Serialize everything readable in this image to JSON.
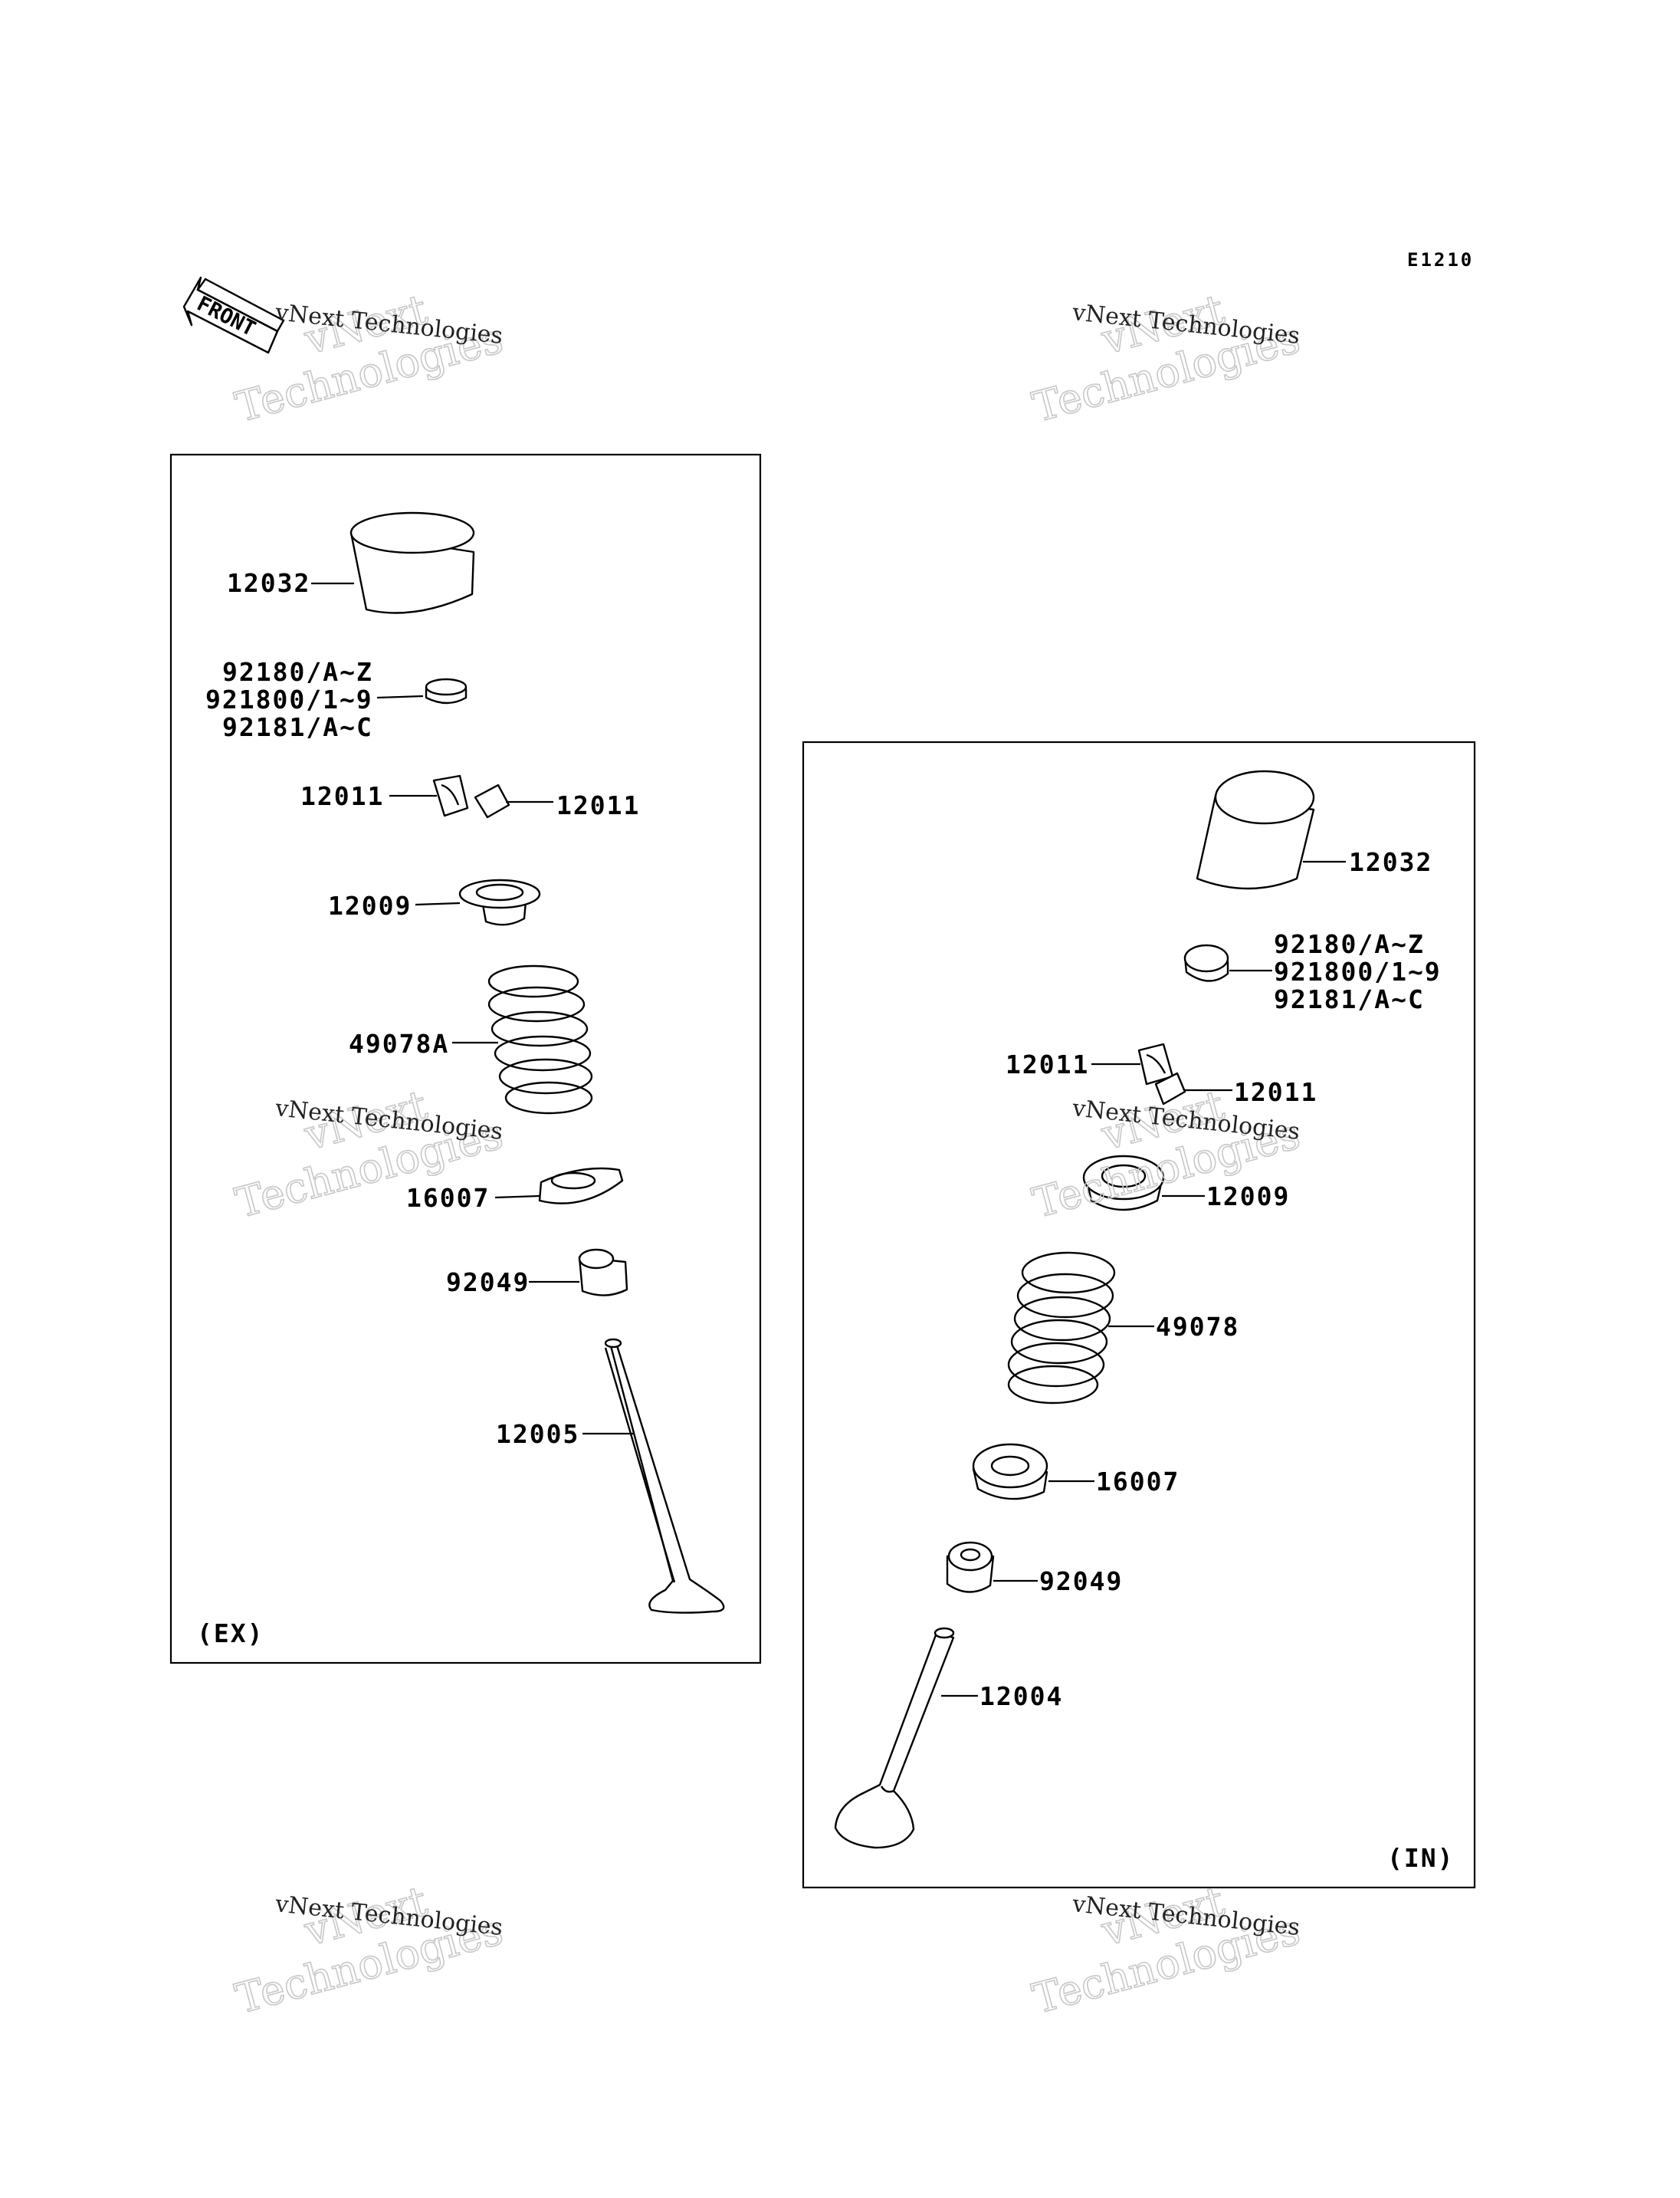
{
  "diagram_code": "E1210",
  "front_label": "FRONT",
  "watermark": {
    "line1": "vNext",
    "line2": "Technologies",
    "small": "vNext Technologies"
  },
  "ex_panel": {
    "tag": "(EX)",
    "labels": {
      "tappet": "12032",
      "shim_1": "92180/A~Z",
      "shim_2": "921800/1~9",
      "shim_3": "92181/A~C",
      "cotter_left": "12011",
      "cotter_right": "12011",
      "retainer": "12009",
      "spring": "49078A",
      "seat": "16007",
      "seal": "92049",
      "valve": "12005"
    }
  },
  "in_panel": {
    "tag": "(IN)",
    "labels": {
      "tappet": "12032",
      "shim_1": "92180/A~Z",
      "shim_2": "921800/1~9",
      "shim_3": "92181/A~C",
      "cotter_left": "12011",
      "cotter_right": "12011",
      "retainer": "12009",
      "spring": "49078",
      "seat": "16007",
      "seal": "92049",
      "valve": "12004"
    }
  }
}
